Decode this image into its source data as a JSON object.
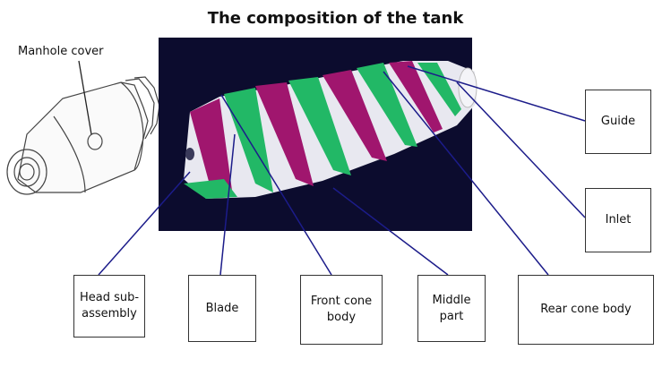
{
  "title": "The composition of the tank",
  "callout": "Manhole cover",
  "labels": {
    "guide": "Guide",
    "inlet": "Inlet",
    "head": "Head sub-\nassembly",
    "blade": "Blade",
    "front_cone": "Front cone\nbody",
    "middle": "Middle\npart",
    "rear_cone": "Rear cone body"
  },
  "colors": {
    "background_panel": "#0c0c2e",
    "blade_green": "#22b866",
    "blade_magenta": "#a0166e",
    "leader_line": "#1c1c8a"
  }
}
